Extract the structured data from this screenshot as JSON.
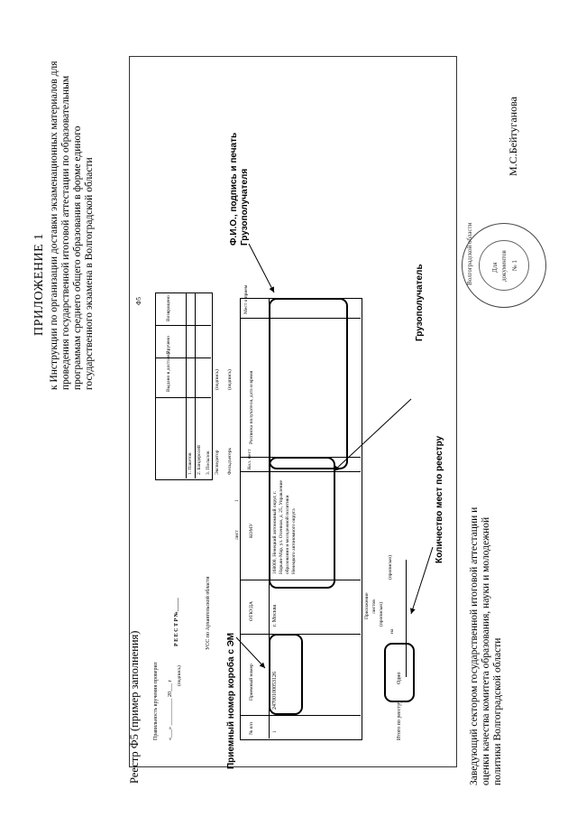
{
  "appendix": {
    "title": "ПРИЛОЖЕНИЕ  1",
    "description": "к Инструкции по организации доставки экзаменационных материалов для проведения государственной итоговой аттестации по образовательным программам среднего общего образования в форме единого государственного экзамена в Волгоградской области"
  },
  "register_title": "Реестр Ф5 (пример заполнения)",
  "form": {
    "form_code": "Ф5",
    "check_label": "Правильность вручения проверил",
    "date_line": "«___» __________ 20___ г",
    "signature_hint": "(подпись)",
    "registry_no": "Р Е Е С Т Р №_____",
    "organization": "УСС по Архангельской области",
    "page_label": "лист",
    "of_label": "1",
    "columns": {
      "num": "№ п/п",
      "receipt_number": "Приемный номер",
      "from": "ОТКУДА",
      "to": "КОМУ",
      "places": "Кол. мест",
      "receiver_signature": "Расписка получателя, дата и время",
      "places_right": "Мест о прием"
    },
    "row": {
      "num": "1",
      "receipt_number": "24700100053126",
      "from": "г. Москва",
      "to": "168000, Ненецкий автономный округ, г. Нарьян-Мар, ул. Оленная, д. 25, Управление образования и молодежной политики Ненецкого автономного округа"
    },
    "bottom": {
      "attachment": "Приложение",
      "sheets": "листов",
      "in_words_hint": "(прописью)",
      "total_label": "Итого по реестру",
      "total_value": "Одно",
      "on": "на"
    },
    "top_table": {
      "issued": "Выдано в доставку",
      "delivered": "Вручено",
      "returned": "Возвращено",
      "lines": [
        "1. Пакетов",
        "2. Бандеролей",
        "3. Посылок"
      ],
      "expeditor": "Экспедитор",
      "courier": "Фельдъегерь",
      "sign": "(подпись)"
    }
  },
  "annotations": {
    "fio_label": "Ф.И.О., подпись и печать Грузополучателя",
    "receiver_label": "Грузополучатель",
    "places_label": "Количество мест по реестру",
    "box_number_label": "Приемный номер короба с ЭМ"
  },
  "footer": {
    "text": "Заведующий сектором государственной итоговой аттестации и оценки качества комитета образования, науки и молодежной политики Волгоградской области",
    "signature": "М.С.Бейтуганова"
  },
  "stamp": {
    "outer_text": "Волгоградской области",
    "center_top": "Для",
    "center_mid": "документов",
    "center_num": "№ 1"
  }
}
